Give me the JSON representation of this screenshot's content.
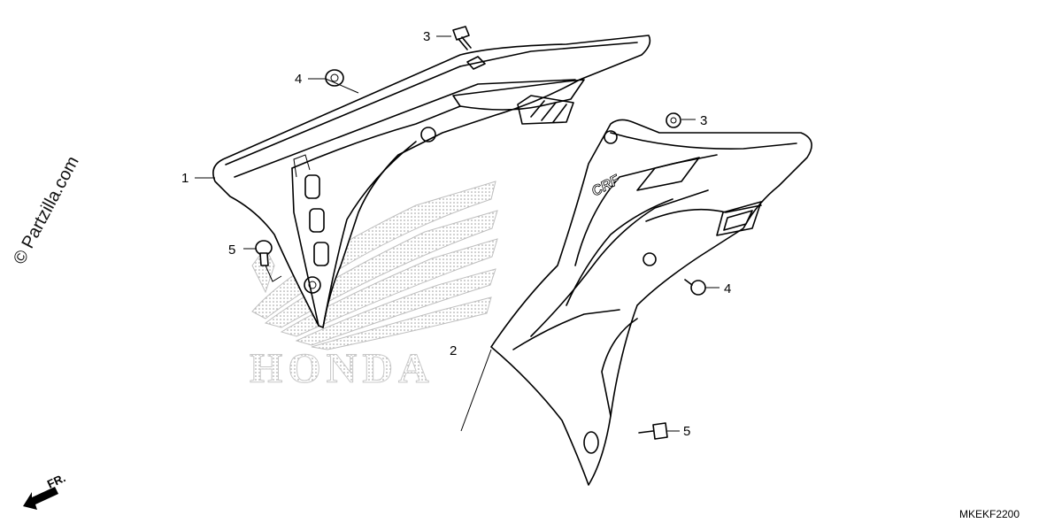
{
  "watermark": {
    "brand_text": "HONDA",
    "copyright": "© Partzilla.com"
  },
  "diagram_code": "MKEKF2200",
  "direction_label": "FR.",
  "shroud_decal": "CRF",
  "callouts": [
    {
      "id": "c1",
      "label": "1"
    },
    {
      "id": "c2",
      "label": "2"
    },
    {
      "id": "c3a",
      "label": "3"
    },
    {
      "id": "c3b",
      "label": "3"
    },
    {
      "id": "c4a",
      "label": "4"
    },
    {
      "id": "c4b",
      "label": "4"
    },
    {
      "id": "c5a",
      "label": "5"
    },
    {
      "id": "c5b",
      "label": "5"
    }
  ]
}
